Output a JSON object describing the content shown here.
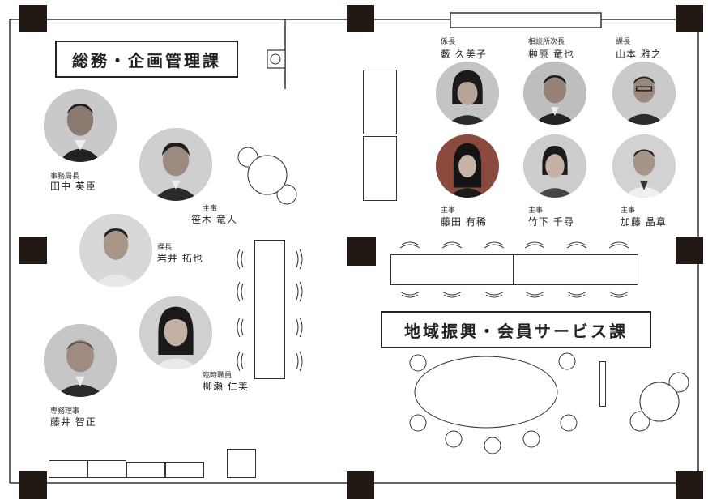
{
  "left_office": {
    "sign": "総務・企画管理課"
  },
  "right_office": {
    "sign": "地域振興・会員サービス課"
  },
  "staff": {
    "tanaka": {
      "role": "事務局長",
      "name": "田中 英臣"
    },
    "sasaki": {
      "role": "主事",
      "name": "笹木 竜人"
    },
    "iwai": {
      "role": "課長",
      "name": "岩井 拓也"
    },
    "yanase": {
      "role": "臨時職員",
      "name": "柳瀬 仁美"
    },
    "fujii": {
      "role": "専務理事",
      "name": "藤井 智正"
    },
    "yabu": {
      "role": "係長",
      "name": "藪 久美子"
    },
    "sakakibara": {
      "role": "相談所次長",
      "name": "榊原 竜也"
    },
    "yamamoto": {
      "role": "課長",
      "name": "山本 雅之"
    },
    "fujita": {
      "role": "主事",
      "name": "藤田 有稀"
    },
    "takeshita": {
      "role": "主事",
      "name": "竹下 千尋"
    },
    "kato": {
      "role": "主事",
      "name": "加藤 晶章"
    }
  },
  "colors": {
    "pillar": "#221814",
    "line": "#333333",
    "photo_bg": "#bdbdbd"
  }
}
